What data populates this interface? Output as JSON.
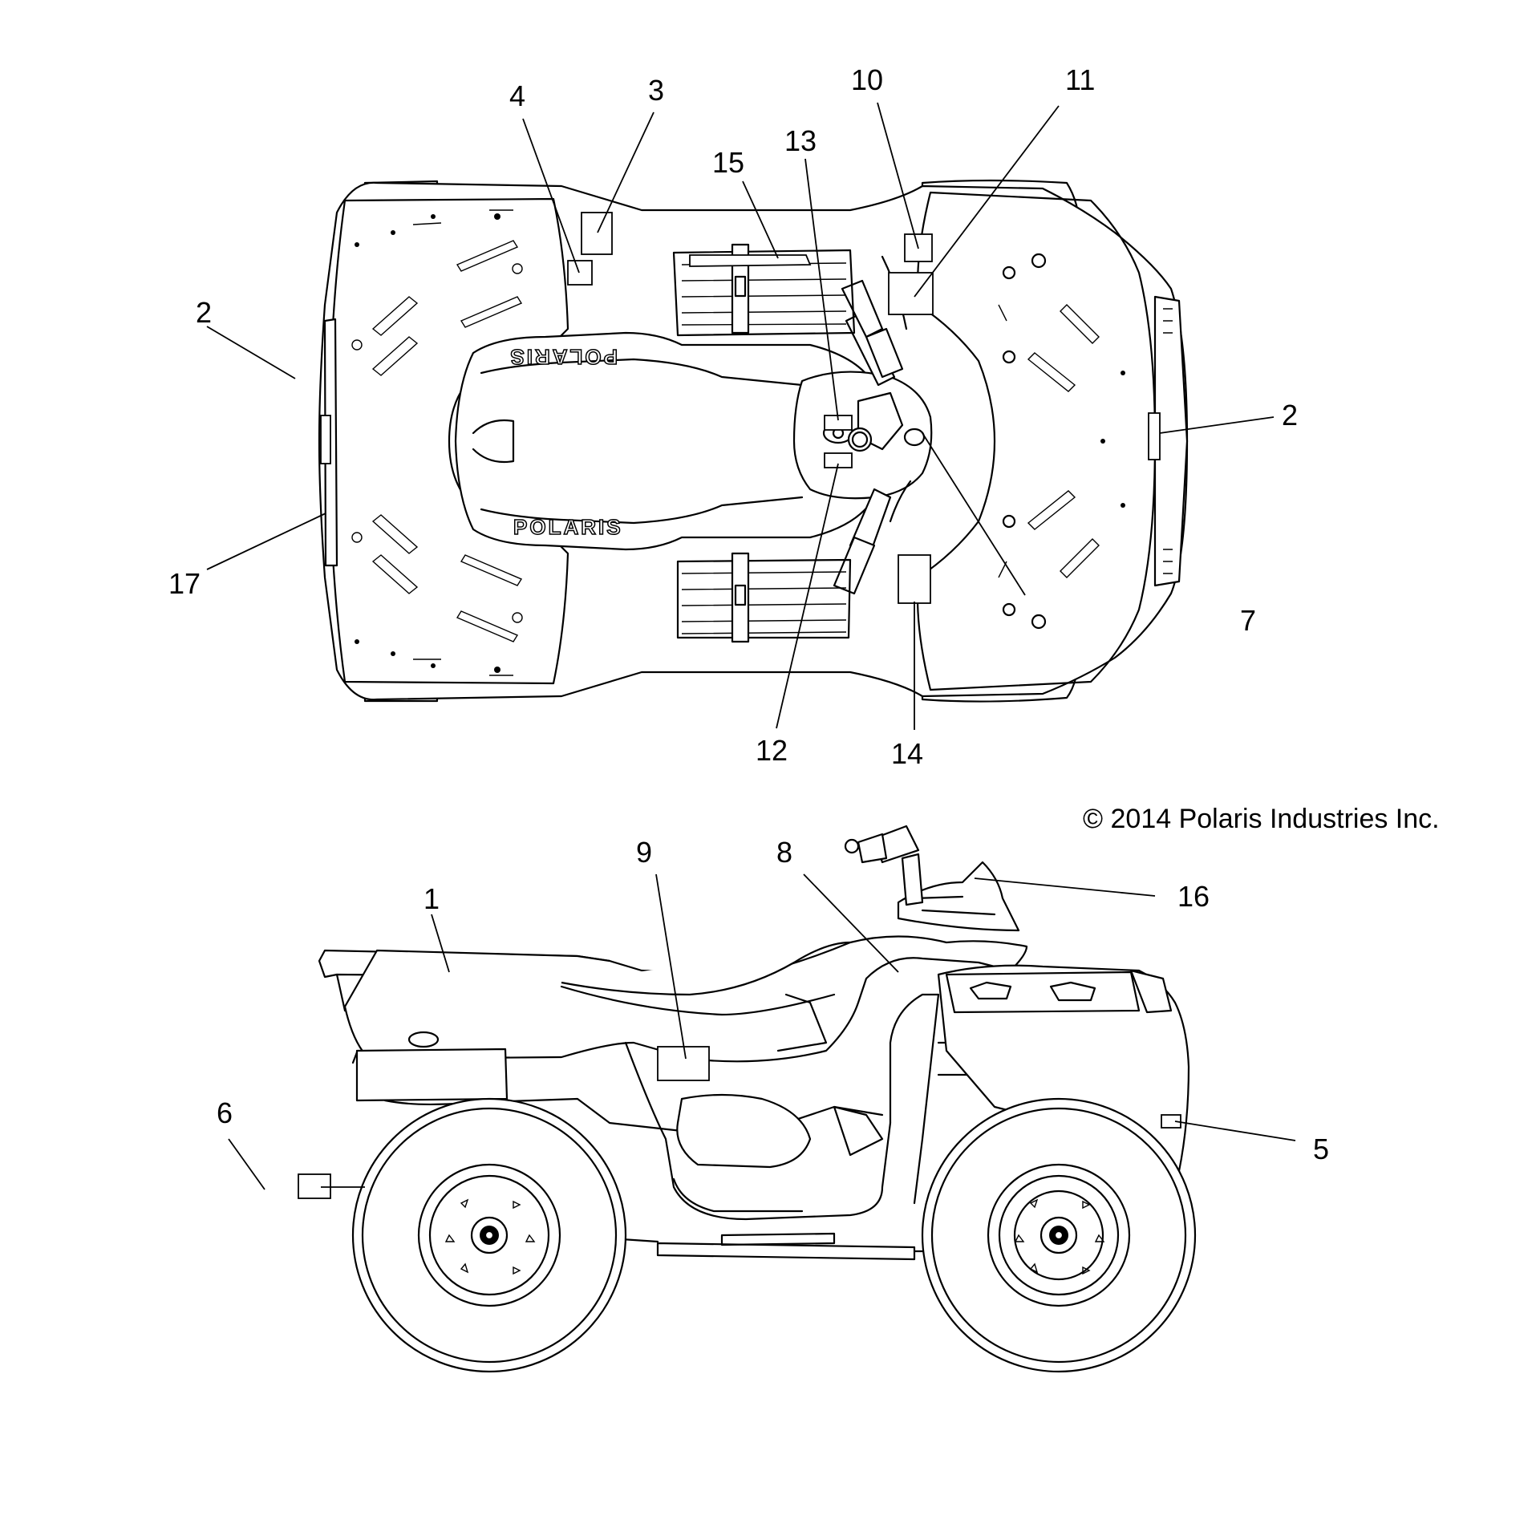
{
  "copyright": "© 2014 Polaris Industries Inc.",
  "brand_text": "POLARIS",
  "callouts": [
    {
      "id": "1",
      "label": "1"
    },
    {
      "id": "2-rear",
      "label": "2"
    },
    {
      "id": "2-front",
      "label": "2"
    },
    {
      "id": "3",
      "label": "3"
    },
    {
      "id": "4",
      "label": "4"
    },
    {
      "id": "5",
      "label": "5"
    },
    {
      "id": "6",
      "label": "6"
    },
    {
      "id": "7",
      "label": "7"
    },
    {
      "id": "8",
      "label": "8"
    },
    {
      "id": "9",
      "label": "9"
    },
    {
      "id": "10",
      "label": "10"
    },
    {
      "id": "11",
      "label": "11"
    },
    {
      "id": "12",
      "label": "12"
    },
    {
      "id": "13",
      "label": "13"
    },
    {
      "id": "14",
      "label": "14"
    },
    {
      "id": "15",
      "label": "15"
    },
    {
      "id": "16",
      "label": "16"
    },
    {
      "id": "17",
      "label": "17"
    }
  ]
}
